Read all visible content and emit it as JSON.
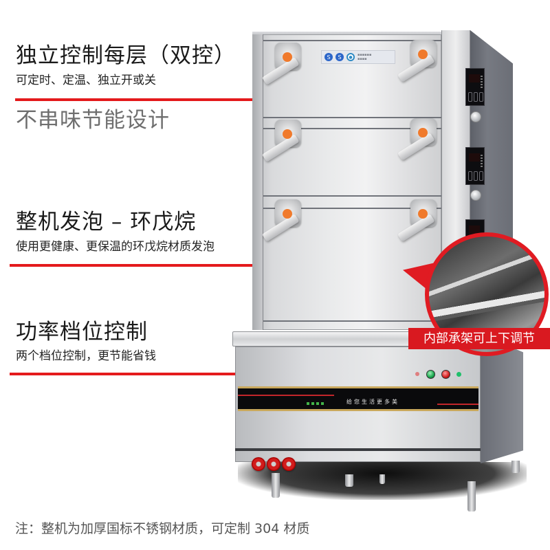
{
  "features": [
    {
      "title": "独立控制每层（双控）",
      "subtitle": "可定时、定温、独立开或关"
    },
    {
      "title": "不串味节能设计"
    },
    {
      "title": "整机发泡 – 环戊烷",
      "subtitle": "使用更健康、更保温的环戊烷材质发泡"
    },
    {
      "title": "功率档位控制",
      "subtitle": "两个档位控制，更节能省钱"
    }
  ],
  "callout": {
    "label": "内部承架可上下调节"
  },
  "footnote": "注：整机为加厚国标不锈钢材质，可定制 304 材质",
  "product": {
    "name": "commercial-steamer-cabinet",
    "layers": 3,
    "control_panels": 3,
    "slogan": "给您生活更多美",
    "indicators": [
      "green",
      "red"
    ],
    "valves": 3
  },
  "colors": {
    "accent_red": "#e41a1c",
    "title_text": "#1a1a1a",
    "gray_title": "#6e6e6e",
    "label_bg": "#d91920",
    "knob_orange": "#f07a2c",
    "trim_gold": "#c9a85c"
  }
}
